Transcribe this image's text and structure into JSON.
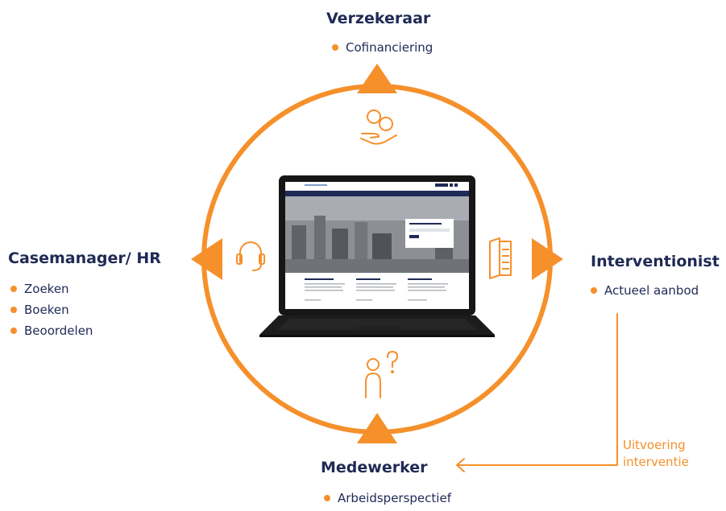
{
  "colors": {
    "accent": "#f5902b",
    "title": "#1f2a55"
  },
  "roles": {
    "top": {
      "title": "Verzekeraar",
      "items": [
        "Cofinanciering"
      ],
      "icon": "hand-coins-icon"
    },
    "left": {
      "title": "Casemanager/ HR",
      "items": [
        "Zoeken",
        "Boeken",
        "Beoordelen"
      ],
      "icon": "headset-icon"
    },
    "right": {
      "title": "Interventionist",
      "items": [
        "Actueel aanbod"
      ],
      "icon": "document-icon"
    },
    "bottom": {
      "title": "Medewerker",
      "items": [
        "Arbeidsperspectief"
      ],
      "icon": "person-question-icon"
    }
  },
  "flow": {
    "line1": "Uitvoering",
    "line2": "interventie"
  },
  "center": {
    "icon": "laptop-icon"
  }
}
